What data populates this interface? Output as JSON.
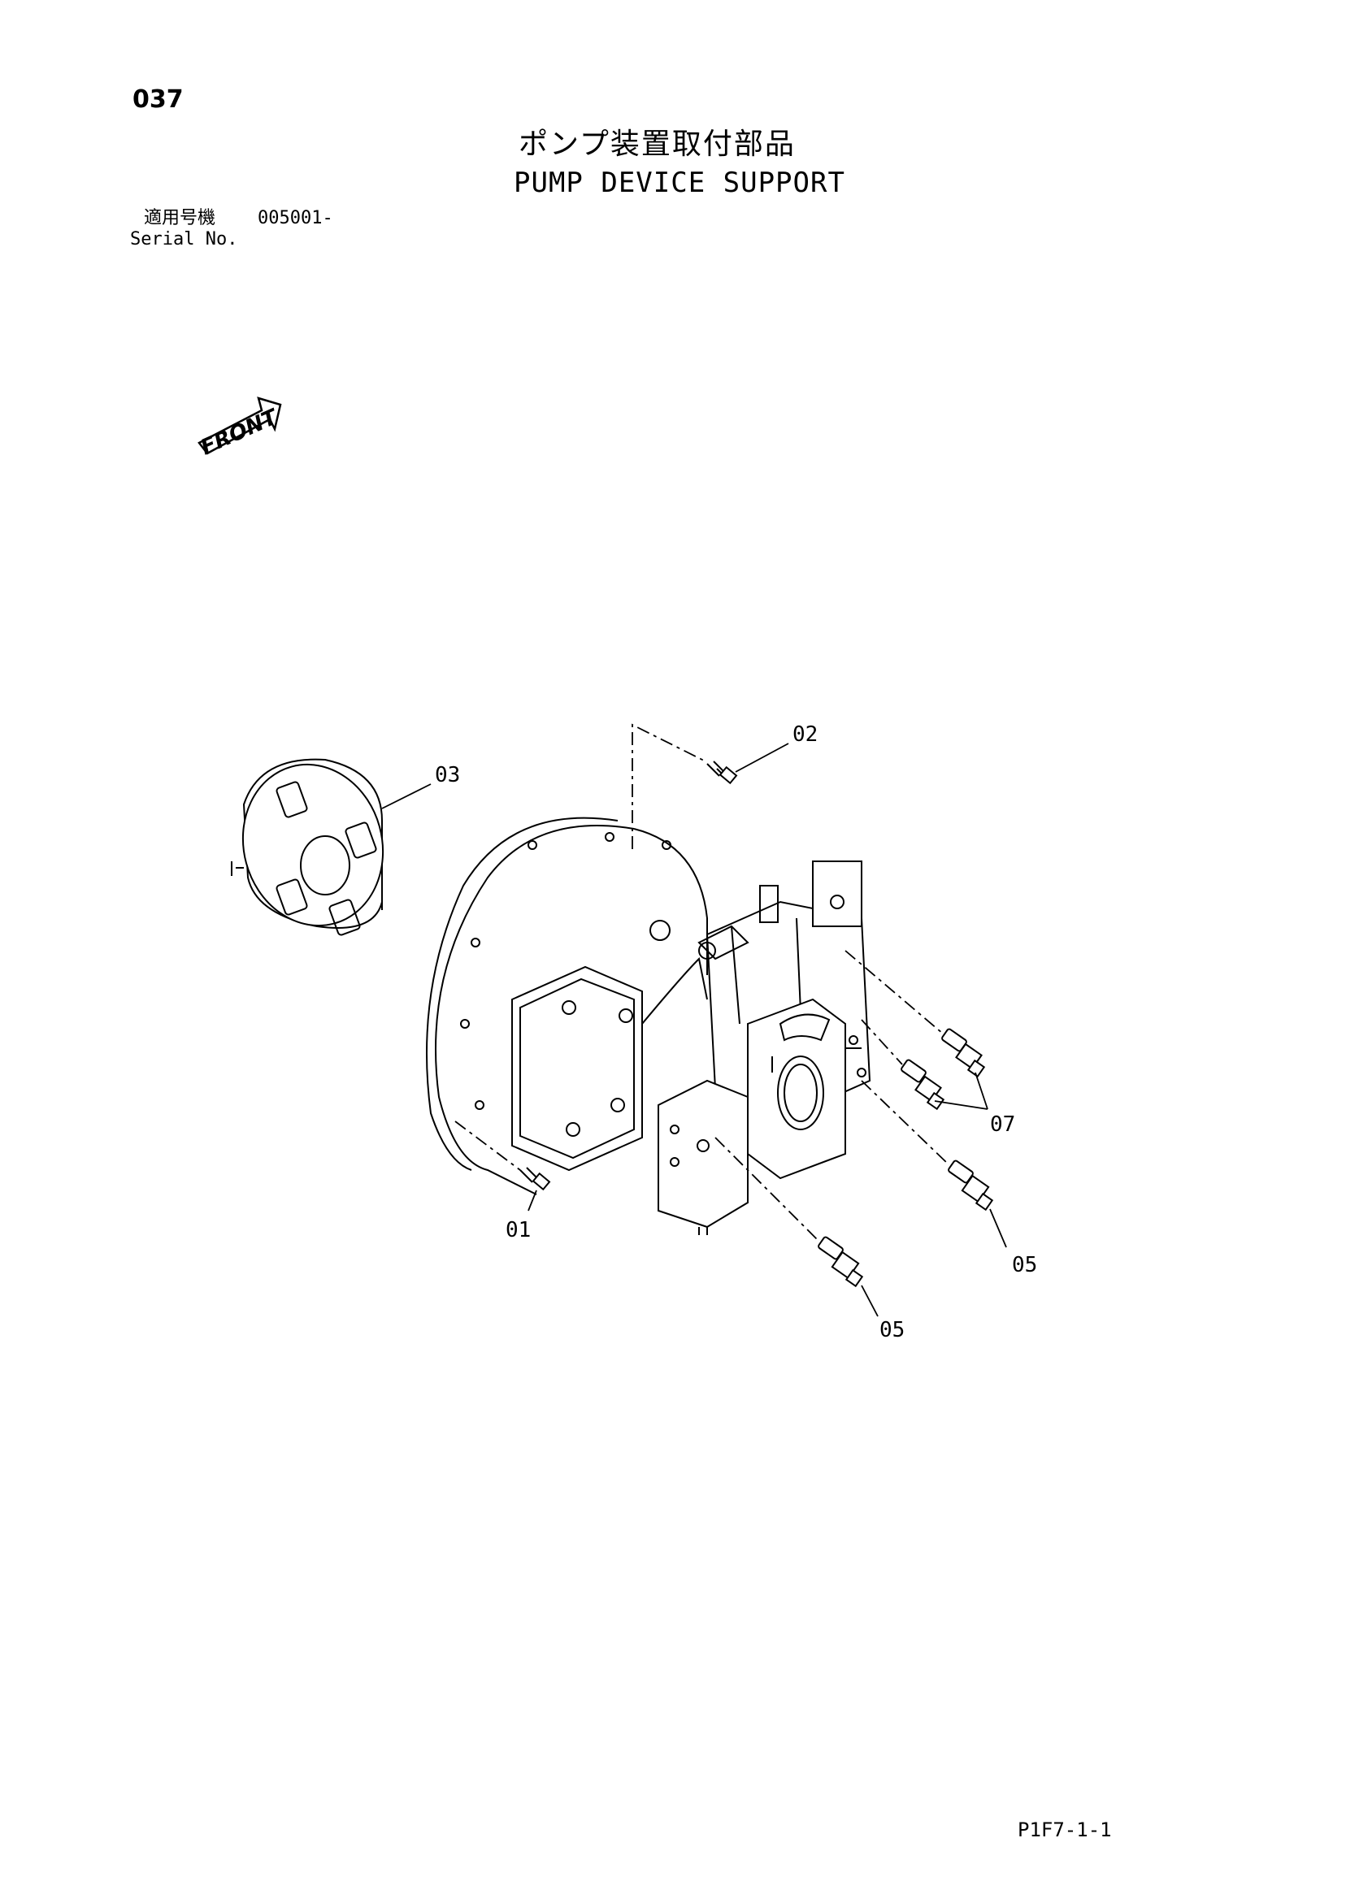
{
  "page_number": "037",
  "title": {
    "japanese": "ポンプ装置取付部品",
    "english": "PUMP DEVICE SUPPORT"
  },
  "serial": {
    "label_ja": "適用号機",
    "label_en": "Serial No.",
    "value": "005001-"
  },
  "front_arrow_label": "FRONT",
  "callouts": {
    "c01": "01",
    "c02": "02",
    "c03": "03",
    "c05a": "05",
    "c05b": "05",
    "c07": "07"
  },
  "drawing_code": "P1F7-1-1",
  "colors": {
    "ink": "#000000",
    "paper": "#ffffff"
  }
}
